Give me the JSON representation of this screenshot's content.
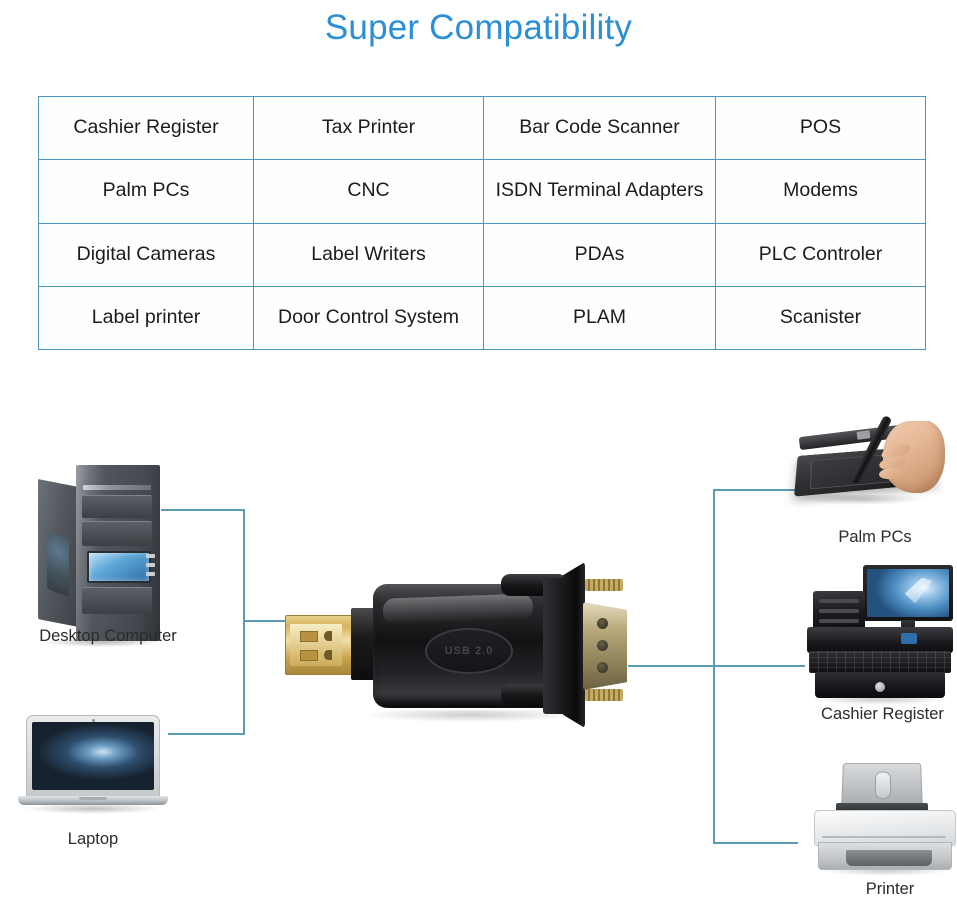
{
  "title": "Super Compatibility",
  "theme": {
    "title_color": "#2b8fd6",
    "table_border_color": "#4a93c4",
    "connector_color": "#5a9cb5",
    "text_color": "#1c1c1c"
  },
  "compatibility_table": {
    "rows": [
      [
        "Cashier Register",
        "Tax Printer",
        "Bar Code Scanner",
        "POS"
      ],
      [
        "Palm PCs",
        "CNC",
        "ISDN Terminal Adapters",
        "Modems"
      ],
      [
        "Digital Cameras",
        "Label Writers",
        "PDAs",
        "PLC Controler"
      ],
      [
        "Label printer",
        "Door Control System",
        "PLAM",
        "Scanister"
      ]
    ]
  },
  "diagram": {
    "center_device": {
      "name": "USB to Serial adapter",
      "logo_text": "USB 2.0"
    },
    "left_devices": [
      {
        "label": "Desktop Computer",
        "icon": "desktop-tower-icon"
      },
      {
        "label": "Laptop",
        "icon": "laptop-icon"
      }
    ],
    "right_devices": [
      {
        "label": "Palm PCs",
        "icon": "graphics-tablet-icon"
      },
      {
        "label": "Cashier Register",
        "icon": "pos-terminal-icon"
      },
      {
        "label": "Printer",
        "icon": "inkjet-printer-icon"
      }
    ]
  }
}
